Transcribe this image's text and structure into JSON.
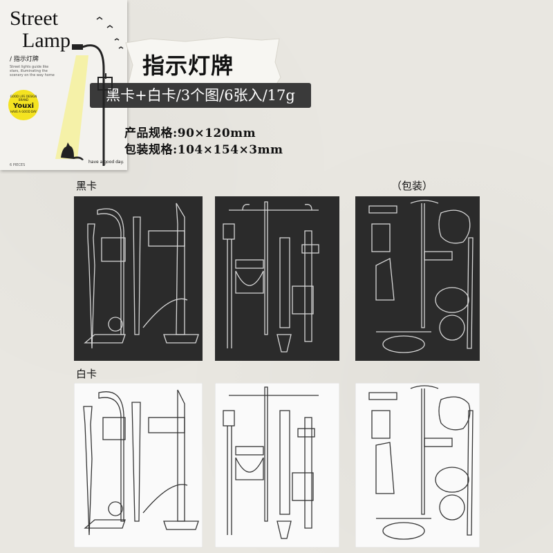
{
  "product_title": "指示灯牌",
  "spec_pill": "黑卡+白卡/3个图/6张入/17g",
  "specs": {
    "product_size": "产品规格:90×120mm",
    "package_size": "包装规格:104×154×3mm"
  },
  "labels": {
    "black_card": "黑卡",
    "white_card": "白卡",
    "package_note": "（包装）"
  },
  "package": {
    "title_line1": "Street",
    "title_line2": "Lamp",
    "subtitle": "/ 指示灯牌",
    "blurb": "Street lights guide like stars, illuminating the scenery on the way home",
    "badge_top": "GOOD LIFE DESIGN BRAND",
    "badge_brand": "Youxi",
    "badge_bottom": "HAVE A GOOD DAY",
    "pieces": "6 PIECES",
    "slogan": "have a good day."
  },
  "colors": {
    "background": "#e9e7e1",
    "black_card": "#2b2b2b",
    "white_card": "#fafafa",
    "pill": "#3a3a3a",
    "badge": "#f4e321"
  }
}
